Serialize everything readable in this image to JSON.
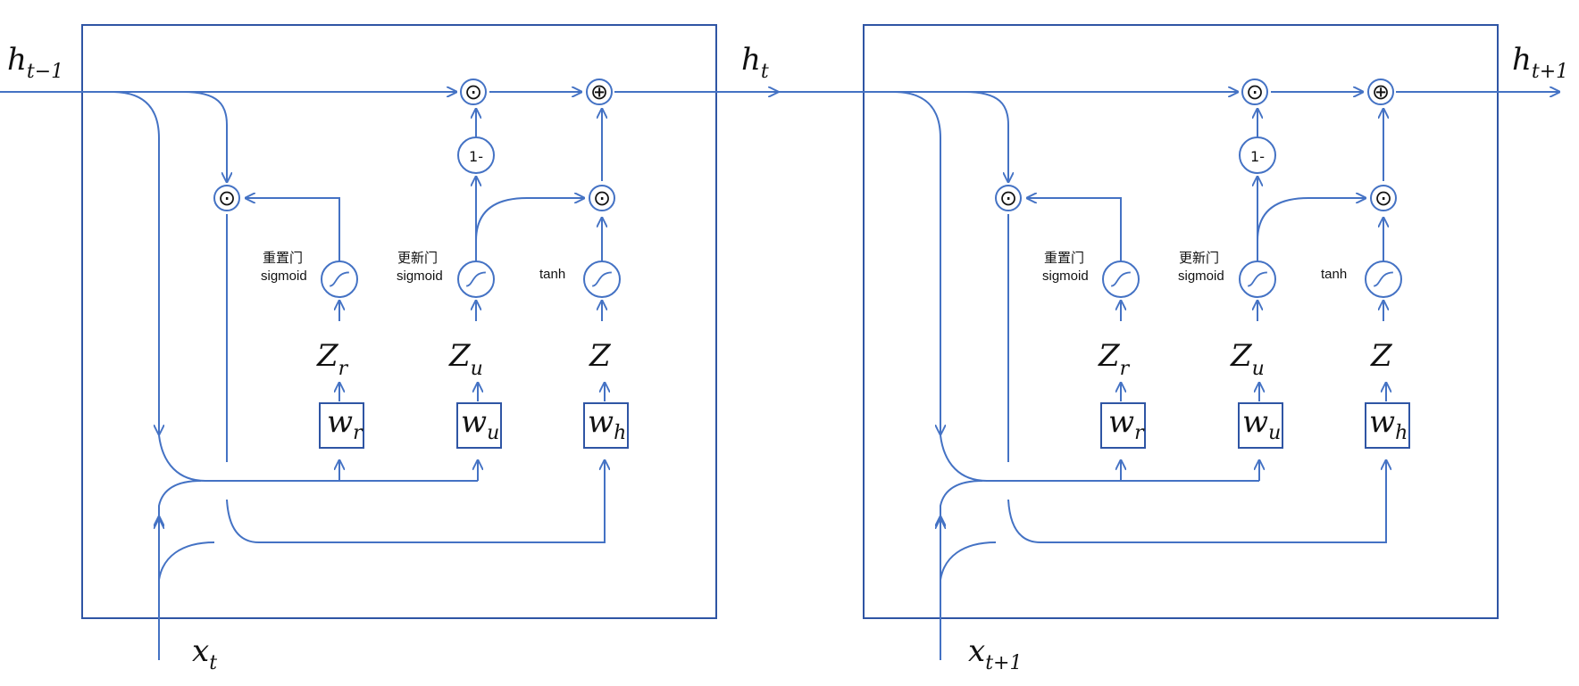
{
  "labels": {
    "h_prev": "h",
    "h_prev_sub": "t−1",
    "h_t": "h",
    "h_t_sub": "t",
    "h_next": "h",
    "h_next_sub": "t+1",
    "x_t": "x",
    "x_t_sub": "t",
    "x_next": "x",
    "x_next_sub": "t+1"
  },
  "cells": [
    {
      "reset_gate_label": "重置门",
      "reset_activation": "sigmoid",
      "update_gate_label": "更新门",
      "update_activation": "sigmoid",
      "candidate_activation": "tanh",
      "one_minus": "1-",
      "multiply_symbol": "⊙",
      "add_symbol": "⊕",
      "z_r": "Z",
      "z_r_sub": "r",
      "z_u": "Z",
      "z_u_sub": "u",
      "z": "Z",
      "w_r": "w",
      "w_r_sub": "r",
      "w_u": "w",
      "w_u_sub": "u",
      "w_h": "w",
      "w_h_sub": "h"
    },
    {
      "reset_gate_label": "重置门",
      "reset_activation": "sigmoid",
      "update_gate_label": "更新门",
      "update_activation": "sigmoid",
      "candidate_activation": "tanh",
      "one_minus": "1-",
      "multiply_symbol": "⊙",
      "add_symbol": "⊕",
      "z_r": "Z",
      "z_r_sub": "r",
      "z_u": "Z",
      "z_u_sub": "u",
      "z": "Z",
      "w_r": "w",
      "w_r_sub": "r",
      "w_u": "w",
      "w_u_sub": "u",
      "w_h": "w",
      "w_h_sub": "h"
    }
  ],
  "colors": {
    "line": "#4472C4",
    "box": "#2F55A4"
  }
}
